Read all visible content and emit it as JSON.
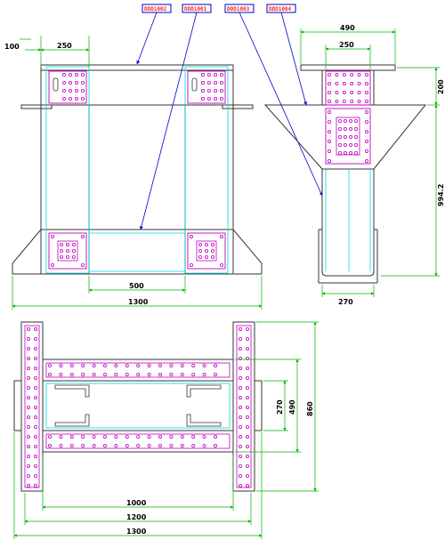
{
  "drawing": {
    "tags": [
      "DDD1002",
      "DDD1001",
      "DDD1003",
      "DDD1004"
    ],
    "front_view": {
      "dim_100": "100",
      "dim_250": "250",
      "dim_500": "500",
      "dim_1300": "1300"
    },
    "side_view": {
      "dim_490": "490",
      "dim_250": "250",
      "dim_200": "200",
      "dim_994": "994.2",
      "dim_270": "270"
    },
    "plan_view": {
      "dim_1000": "1000",
      "dim_1200": "1200",
      "dim_1300": "1300",
      "dim_270": "270",
      "dim_490": "490",
      "dim_860": "860"
    },
    "colors": {
      "outline": "#333333",
      "weld": "#00d8d8",
      "dimension": "#00b000",
      "leader": "#0000cc",
      "bolt": "#c000c0",
      "tag": "#ff2020"
    }
  }
}
